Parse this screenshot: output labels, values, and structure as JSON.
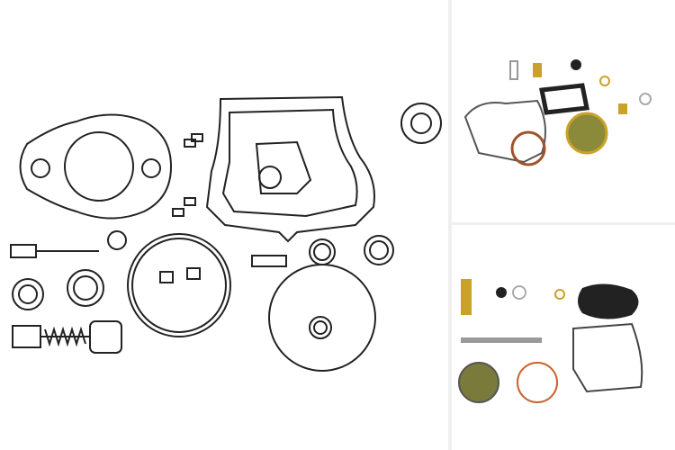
{
  "gallery": {
    "main_image": {
      "icon": "carburetor-kit-line-drawing"
    },
    "thumbnails": [
      {
        "icon": "carburetor-kit-photo-1"
      },
      {
        "icon": "carburetor-kit-photo-2"
      }
    ]
  },
  "colors": {
    "divider": "#efefef",
    "gasket": "#333333",
    "brass": "#c9a227",
    "green_diaphragm": "#7a7a3a"
  }
}
